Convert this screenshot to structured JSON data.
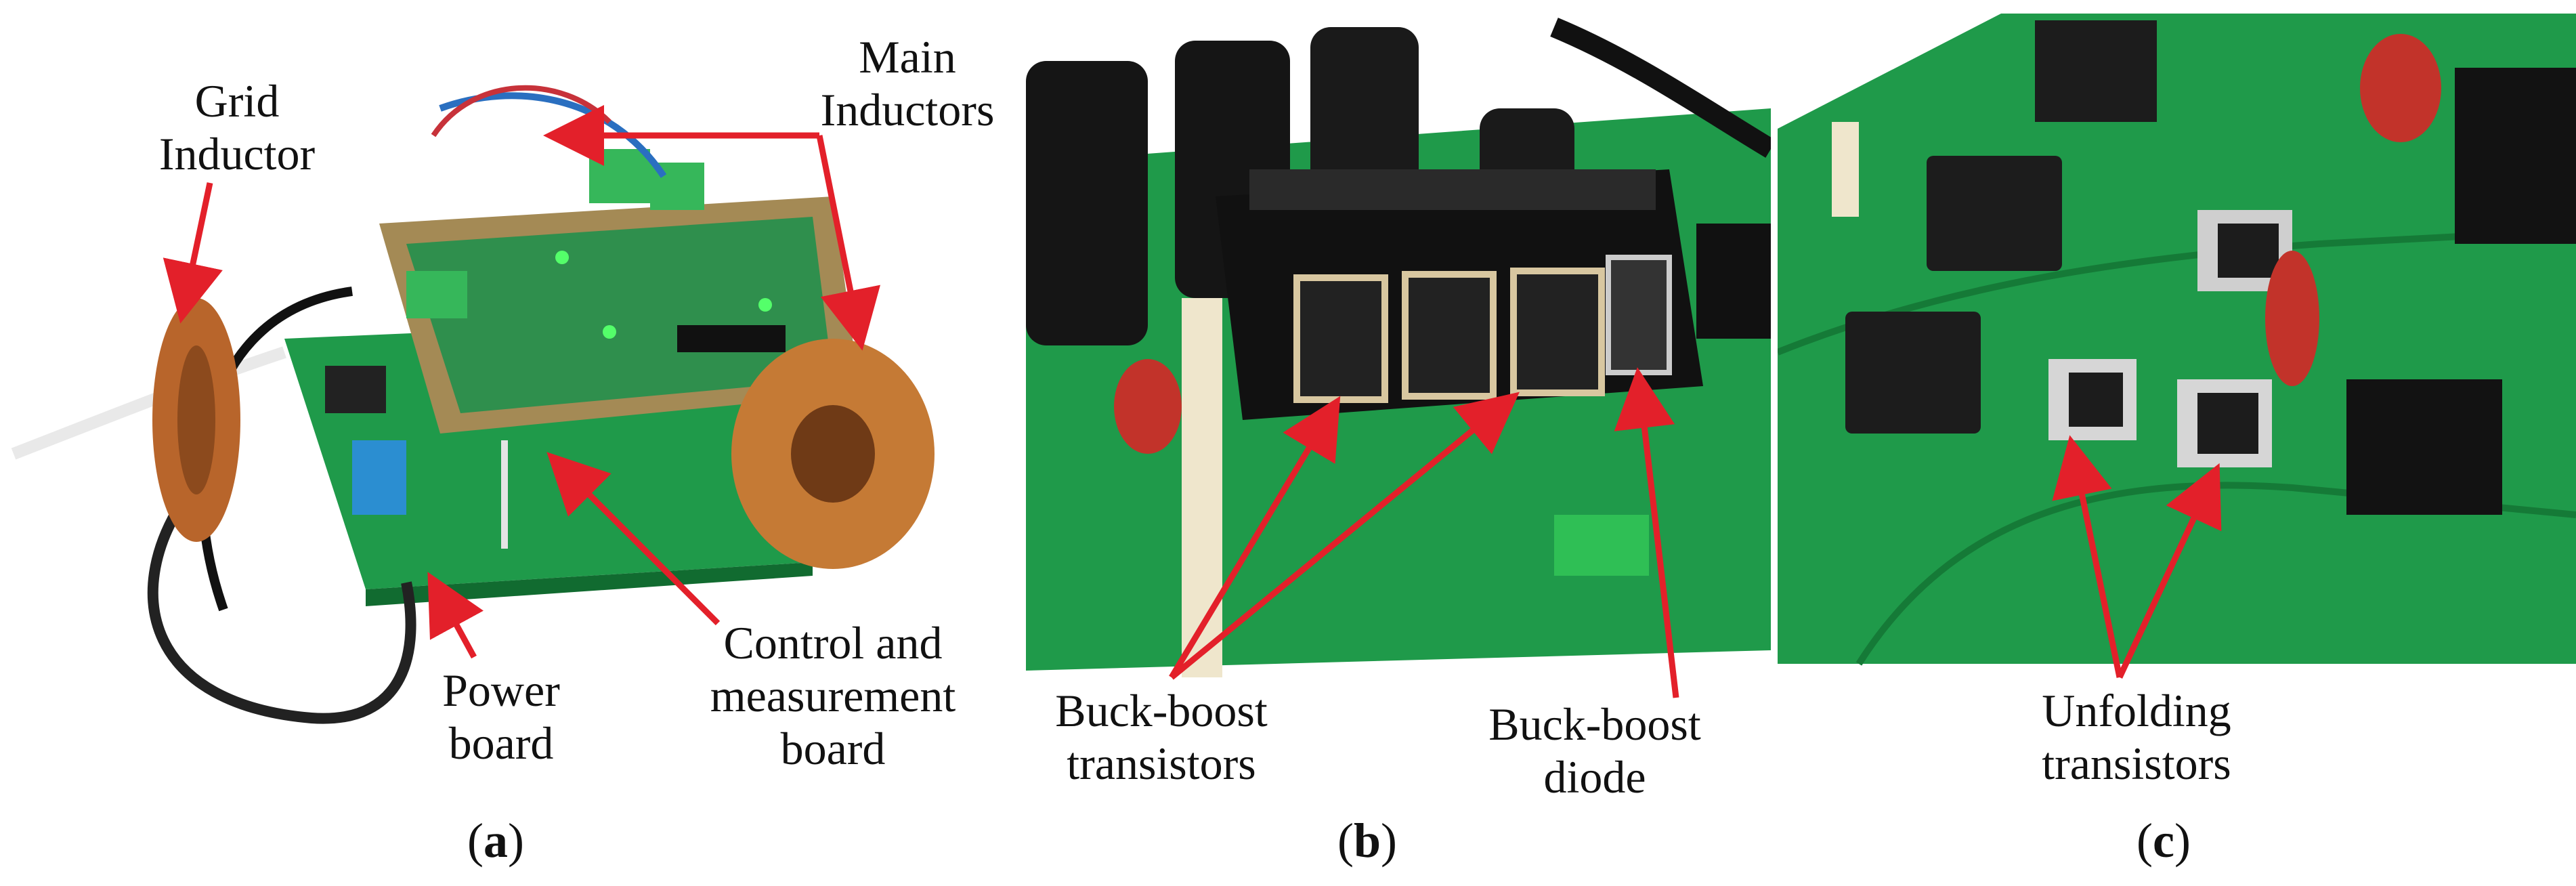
{
  "figure": {
    "panels": [
      {
        "id": "a",
        "caption_letter": "a",
        "labels": {
          "grid_inductor": [
            "Grid",
            "Inductor"
          ],
          "main_inductors": [
            "Main",
            "Inductors"
          ],
          "power_board": [
            "Power",
            "board"
          ],
          "control_board": [
            "Control and",
            "measurement",
            "board"
          ]
        }
      },
      {
        "id": "b",
        "caption_letter": "b",
        "labels": {
          "bb_transistors": [
            "Buck-boost",
            "transistors"
          ],
          "bb_diode": [
            "Buck-boost",
            "diode"
          ]
        }
      },
      {
        "id": "c",
        "caption_letter": "c",
        "labels": {
          "unfolding": [
            "Unfolding",
            "transistors"
          ]
        }
      }
    ],
    "colors": {
      "pcb_green": "#1f9a4a",
      "pcb_dark": "#157a37",
      "arrow_red": "#e3202a",
      "copper": "#b8652b"
    }
  }
}
